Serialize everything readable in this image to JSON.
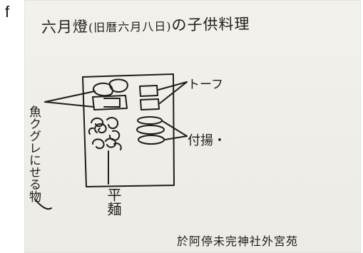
{
  "figure": {
    "panel_letter": "f"
  },
  "paper": {
    "title_main": "六月燈",
    "title_paren": "(旧暦六月八日)",
    "title_tail": "の子供料理",
    "label_tofu": "トーフ",
    "label_tsukeage": "付揚・",
    "label_left": "魚クグレにせる物",
    "label_hiramen": "平麺",
    "signature": "於阿停未完神社外宮苑"
  }
}
